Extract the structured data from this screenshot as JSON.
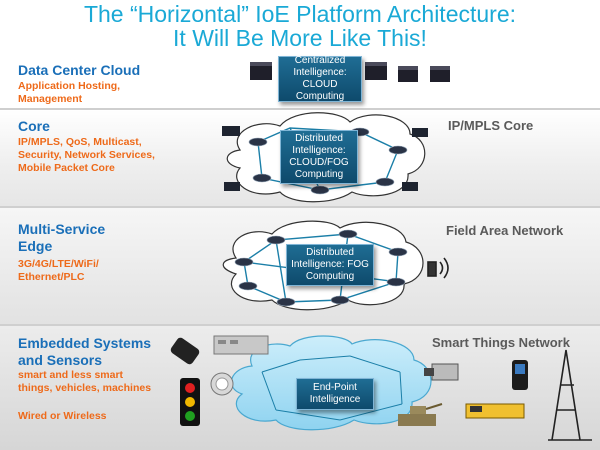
{
  "title_line1": "The “Horizontal” IoE Platform Architecture:",
  "title_line2": "It Will Be More Like This!",
  "layers": [
    {
      "title": "Data Center Cloud",
      "desc": "Application Hosting,\nManagement",
      "right_label": "",
      "box_text": "Centralized\nIntelligence: CLOUD\nComputing"
    },
    {
      "title": "Core",
      "desc": "IP/MPLS, QoS, Multicast,\nSecurity, Network Services,\nMobile Packet Core",
      "right_label": "IP/MPLS Core",
      "box_text": "Distributed\nIntelligence:\nCLOUD/FOG\nComputing"
    },
    {
      "title": "Multi-Service\nEdge",
      "desc": "3G/4G/LTE/WiFi/\nEthernet/PLC",
      "right_label": "Field Area Network",
      "box_text": "Distributed\nIntelligence: FOG\nComputing"
    },
    {
      "title": "Embedded Systems\nand Sensors",
      "desc": "smart and less smart\nthings, vehicles, machines",
      "desc2": "Wired or Wireless",
      "right_label": "Smart Things Network",
      "box_text": "End-Point\nIntelligence"
    }
  ],
  "colors": {
    "title": "#1aa9d6",
    "layer_title": "#1a6fb8",
    "layer_desc": "#ee6a1a",
    "box": "#135c82"
  }
}
